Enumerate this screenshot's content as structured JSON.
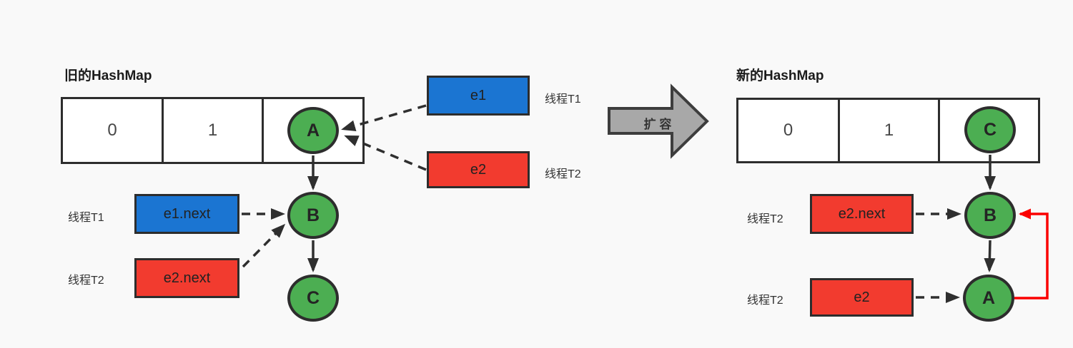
{
  "old": {
    "title": "旧的HashMap",
    "cells": [
      "0",
      "1"
    ],
    "node_a": "A",
    "node_b": "B",
    "node_c": "C",
    "e1": {
      "label": "e1",
      "thread": "线程T1"
    },
    "e2": {
      "label": "e2",
      "thread": "线程T2"
    },
    "e1next": {
      "label": "e1.next",
      "thread": "线程T1"
    },
    "e2next": {
      "label": "e2.next",
      "thread": "线程T2"
    }
  },
  "resize": {
    "label": "扩 容"
  },
  "new": {
    "title": "新的HashMap",
    "cells": [
      "0",
      "1"
    ],
    "node_c": "C",
    "node_b": "B",
    "node_a": "A",
    "e2next": {
      "label": "e2.next",
      "thread": "线程T2"
    },
    "e2": {
      "label": "e2",
      "thread": "线程T2"
    }
  },
  "colors": {
    "background": "#f9f9f9",
    "blue": "#1b75d2",
    "red": "#f23b2f",
    "green": "#4cae52",
    "border": "#2d2d2d",
    "line": "#2f2f2f",
    "red-arrow": "#fb0000",
    "gray-arrow": "#a8a8a8"
  }
}
